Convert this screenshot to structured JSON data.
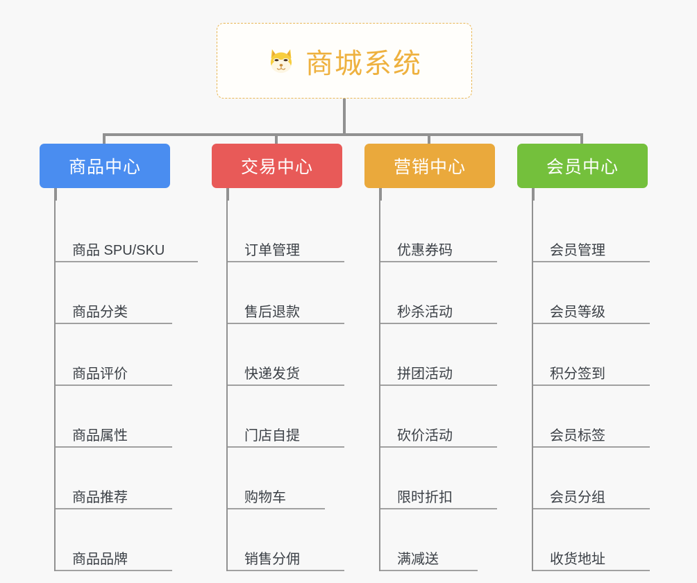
{
  "root": {
    "icon": "shiba-dog-face-icon",
    "title": "商城系统"
  },
  "colors": {
    "background": "#f8f8f8",
    "root_border": "#e8b653",
    "root_text": "#eeb13f",
    "connector": "#919191",
    "leaf_text": "#3b4046",
    "leaf_rule": "#a0a0a0",
    "product_center": "#4a8df0",
    "trade_center": "#e85a58",
    "marketing_center": "#eaa93c",
    "member_center": "#74c03c"
  },
  "columns": [
    {
      "header": "商品中心",
      "color": "#4a8df0",
      "items": [
        "商品 SPU/SKU",
        "商品分类",
        "商品评价",
        "商品属性",
        "商品推荐",
        "商品品牌"
      ]
    },
    {
      "header": "交易中心",
      "color": "#e85a58",
      "items": [
        "订单管理",
        "售后退款",
        "快递发货",
        "门店自提",
        "购物车",
        "销售分佣"
      ]
    },
    {
      "header": "营销中心",
      "color": "#eaa93c",
      "items": [
        "优惠券码",
        "秒杀活动",
        "拼团活动",
        "砍价活动",
        "限时折扣",
        "满减送"
      ]
    },
    {
      "header": "会员中心",
      "color": "#74c03c",
      "items": [
        "会员管理",
        "会员等级",
        "积分签到",
        "会员标签",
        "会员分组",
        "收货地址"
      ]
    }
  ]
}
